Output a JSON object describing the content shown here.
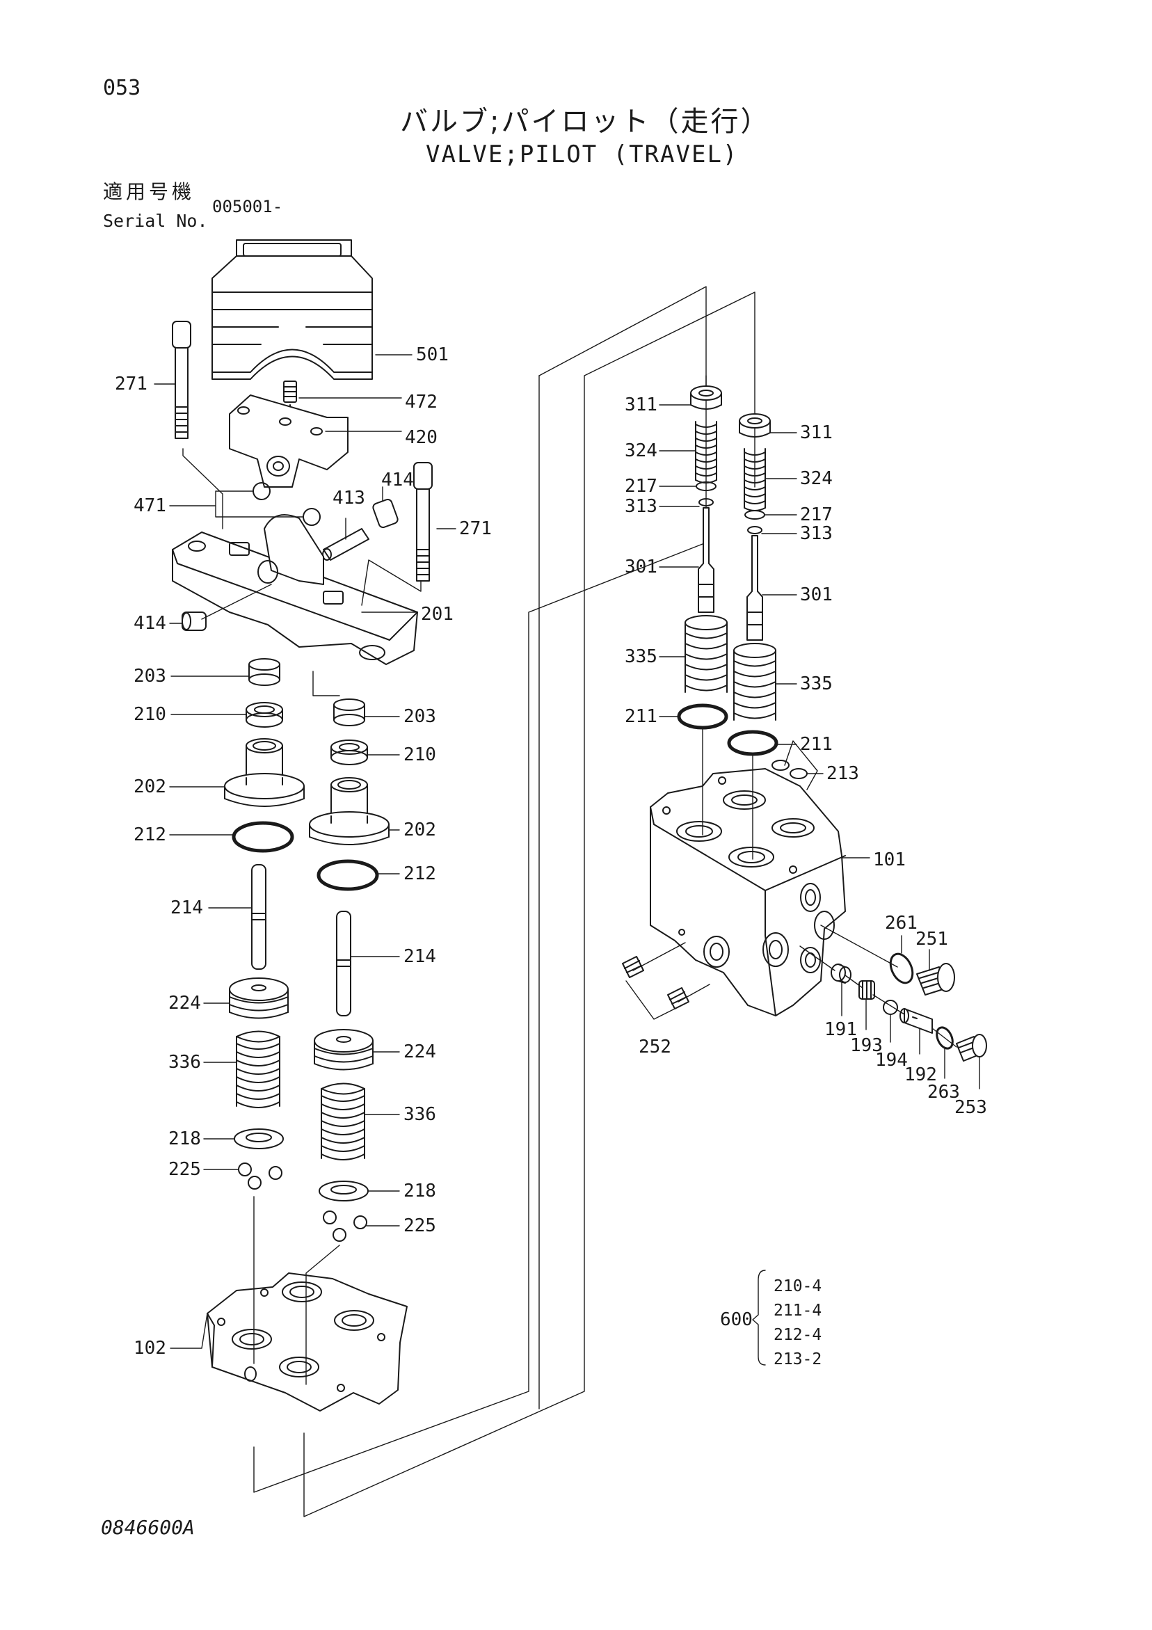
{
  "header": {
    "page_number": "053",
    "title_jp": "バルブ;パイロット（走行）",
    "title_en": "VALVE;PILOT (TRAVEL)",
    "serial_label_jp": "適用号機",
    "serial_label_en": "Serial No.",
    "serial_value": "005001-"
  },
  "callouts": {
    "c501": "501",
    "c472": "472",
    "c420": "420",
    "c271a": "271",
    "c271b": "271",
    "c471": "471",
    "c413": "413",
    "c414a": "414",
    "c414b": "414",
    "c201": "201",
    "c203a": "203",
    "c203b": "203",
    "c210a": "210",
    "c210b": "210",
    "c202a": "202",
    "c202b": "202",
    "c212a": "212",
    "c212b": "212",
    "c214a": "214",
    "c214b": "214",
    "c224a": "224",
    "c224b": "224",
    "c336a": "336",
    "c336b": "336",
    "c218a": "218",
    "c218b": "218",
    "c225a": "225",
    "c225b": "225",
    "c102": "102",
    "c311a": "311",
    "c311b": "311",
    "c324a": "324",
    "c324b": "324",
    "c217a": "217",
    "c217b": "217",
    "c313a": "313",
    "c313b": "313",
    "c301a": "301",
    "c301b": "301",
    "c335a": "335",
    "c335b": "335",
    "c211a": "211",
    "c211b": "211",
    "c213": "213",
    "c101": "101",
    "c261": "261",
    "c251": "251",
    "c252": "252",
    "c191": "191",
    "c193": "193",
    "c194": "194",
    "c192": "192",
    "c263": "263",
    "c253": "253"
  },
  "seal_kit": {
    "number": "600",
    "items": [
      "210-4",
      "211-4",
      "212-4",
      "213-2"
    ]
  },
  "footer": {
    "drawing_number": "0846600A"
  }
}
